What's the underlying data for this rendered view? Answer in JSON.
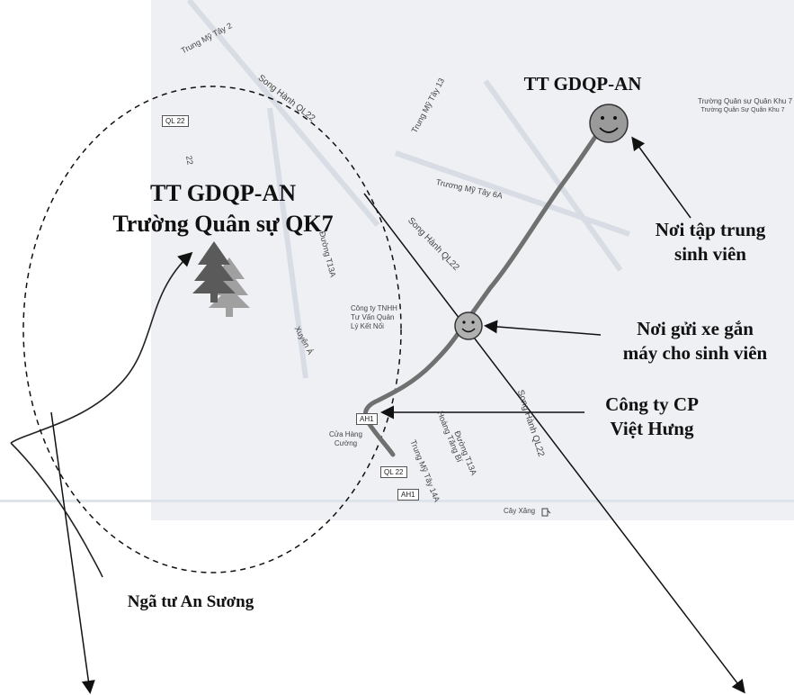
{
  "main_site": {
    "title_line1": "TT GDQP-AN",
    "title_line2": "Trường Quân sự QK7"
  },
  "gathering_site": {
    "title": "TT GDQP-AN"
  },
  "annotations": {
    "gathering_line1": "Nơi tập trung",
    "gathering_line2": "sinh viên",
    "parking_line1": "Nơi gửi xe gắn",
    "parking_line2": "máy cho sinh viên",
    "company_line1": "Công ty CP",
    "company_line2": "Việt Hưng",
    "intersection": "Ngã tư An Sương"
  },
  "map_labels": {
    "trung_my_tay_2": "Trung Mỹ Tây 2",
    "song_hanh_ql22_top": "Song Hành QL22",
    "trung_my_tay_13": "Trung Mỹ Tây 13",
    "truong_quan_su": "Trường Quân sự Quân Khu 7",
    "truong_quan_su_sub": "Trường Quân Sự Quân Khu 7",
    "truong_my_tay_6a": "Trương Mỹ Tây 6A",
    "song_hanh_ql22_mid": "Song Hành QL22",
    "duong_t13a": "Đường T13A",
    "cong_ty_line1": "Công ty TNHH",
    "cong_ty_line2": "Tư Vấn Quản",
    "cong_ty_line3": "Lý Kết Nối",
    "xuyen_a": "Xuyên Á",
    "song_hanh_ql22_right": "Song Hành QL22",
    "hoang_tang_bi": "Hoàng Tăng Bí",
    "duong_t13a_2": "Đường T13A",
    "trung_my_tay_14a": "Trung Mỹ Tây 14A",
    "cua_hang_line1": "Cửa Hàng",
    "cua_hang_line2": "Cường",
    "cay_xang": "Cây Xăng",
    "ql22_shield_top": "QL 22",
    "ql22_shield_bottom": "QL 22",
    "ah1_shield": "AH1",
    "ah1_shield_2": "AH1",
    "road_22": "22"
  },
  "colors": {
    "map_background": "#eef0f4",
    "route": "#707070",
    "tree_dark": "#5a5a5a",
    "tree_light": "#a0a0a0",
    "smiley_fill": "#9a9a9a"
  },
  "icons": [
    "smiley-face-icon",
    "pine-tree-icon",
    "fuel-station-icon"
  ]
}
